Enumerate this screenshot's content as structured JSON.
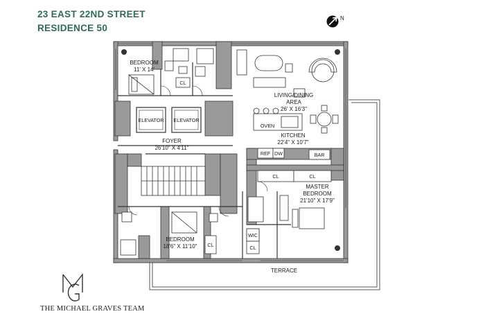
{
  "header": {
    "line1": "23 EAST 22ND STREET",
    "line2": "RESIDENCE 50",
    "accent_color": "#2f6b57"
  },
  "compass": {
    "label": "N",
    "icon": "north-arrow-icon"
  },
  "rooms": {
    "bedroom1": {
      "name": "BEDROOM",
      "dims": "11' X 14'"
    },
    "living": {
      "name1": "LIVING/DINING",
      "name2": "AREA",
      "dims": "26' X 16'3\""
    },
    "kitchen": {
      "name": "KITCHEN",
      "dims": "22'4\" X 10'7\""
    },
    "foyer": {
      "name": "FOYER",
      "dims": "26'10\" X 4'11\""
    },
    "master": {
      "name1": "MASTER",
      "name2": "BEDROOM",
      "dims": "21'10\" X 17'9\""
    },
    "bedroom2": {
      "name": "BEDROOM",
      "dims": "18'6\" X 11'10\""
    },
    "terrace": {
      "name": "TERRACE"
    }
  },
  "fixtures": {
    "elevator_left": "ELEVATOR",
    "elevator_right": "ELEVATOR",
    "oven": "OVEN",
    "ref": "REF",
    "dw": "DW",
    "bar": "BAR",
    "cl_bedroom1": "CL",
    "cl_master_left": "CL",
    "cl_master_right": "CL",
    "cl_bedroom2": "CL",
    "cl_wic_bottom": "CL",
    "wic": "WIC"
  },
  "footer": {
    "team": "THE MICHAEL GRAVES TEAM"
  },
  "colors": {
    "wall": "#9a9a9a",
    "line": "#333333",
    "terrace_line": "#555555"
  }
}
